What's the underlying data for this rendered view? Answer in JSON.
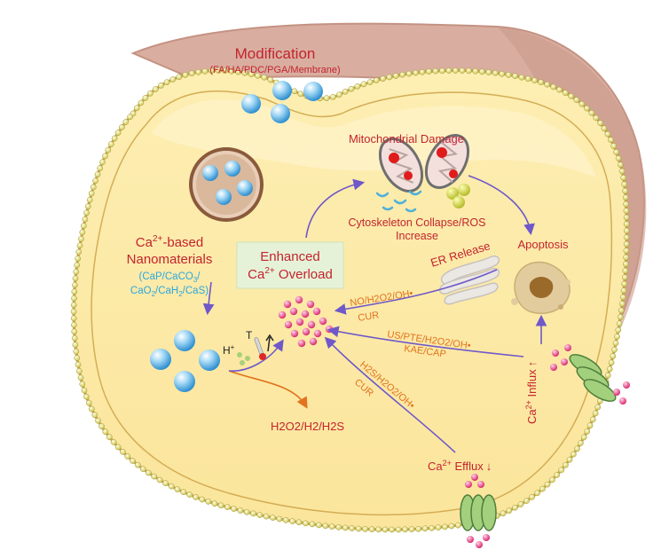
{
  "modification": {
    "title": "Modification",
    "subtitle": "(FA/HA/PDC/PGA/Membrane)"
  },
  "mitochondrial_damage": "Mitochondrial Damage",
  "cytoskeleton": {
    "line1": "Cytoskeleton Collapse/ROS",
    "line2": "Increase"
  },
  "apoptosis": "Apoptosis",
  "enhanced": {
    "line1": "Enhanced",
    "line2_pre": "Ca",
    "line2_sup": "2+",
    "line2_post": " Overload"
  },
  "ca_nanomaterials": {
    "line1_pre": "Ca",
    "line1_sup": "2+",
    "line1_post": "-based",
    "line2": "Nanomaterials",
    "list1": "(CaP/CaCO",
    "list1_sub": "3",
    "list1_post": "/",
    "list2_a": "CaO",
    "list2_sub1": "2",
    "list2_b": "/CaH",
    "list2_sub2": "2",
    "list2_c": "/CaS)"
  },
  "er_release": "ER Release",
  "route_er": {
    "line1": "NO/H2O2/OH•",
    "line2": "CUR"
  },
  "route_influx": {
    "line1": "US/PTE/H2O2/OH•",
    "line2": "KAE/CAP"
  },
  "route_efflux": {
    "line1": "H2S/H2O2/OH•",
    "line2": "CUR"
  },
  "ca_influx": {
    "pre": "Ca",
    "sup": "2+",
    "post": " Influx",
    "arrow": "↑"
  },
  "ca_efflux": {
    "pre": "Ca",
    "sup": "2+",
    "post": " Efflux",
    "arrow": "↓"
  },
  "products": "H2O2/H2/H2S",
  "h_plus": {
    "base": "H",
    "sup": "+"
  },
  "temp": {
    "base": "T",
    "arrow": "↑"
  },
  "colors": {
    "cytoplasm": "#fbeaa8",
    "tissue": "#d8ac9e",
    "membrane_bead": "#f4f0a0",
    "nanoparticle": "#7cc4ee",
    "ca_ion": "#e8478a",
    "arrow_purple": "#6f58c9",
    "arrow_orange": "#e2731f",
    "text_red": "#c3242e",
    "text_blue": "#2aa8df",
    "channel": "#7fb46b"
  }
}
